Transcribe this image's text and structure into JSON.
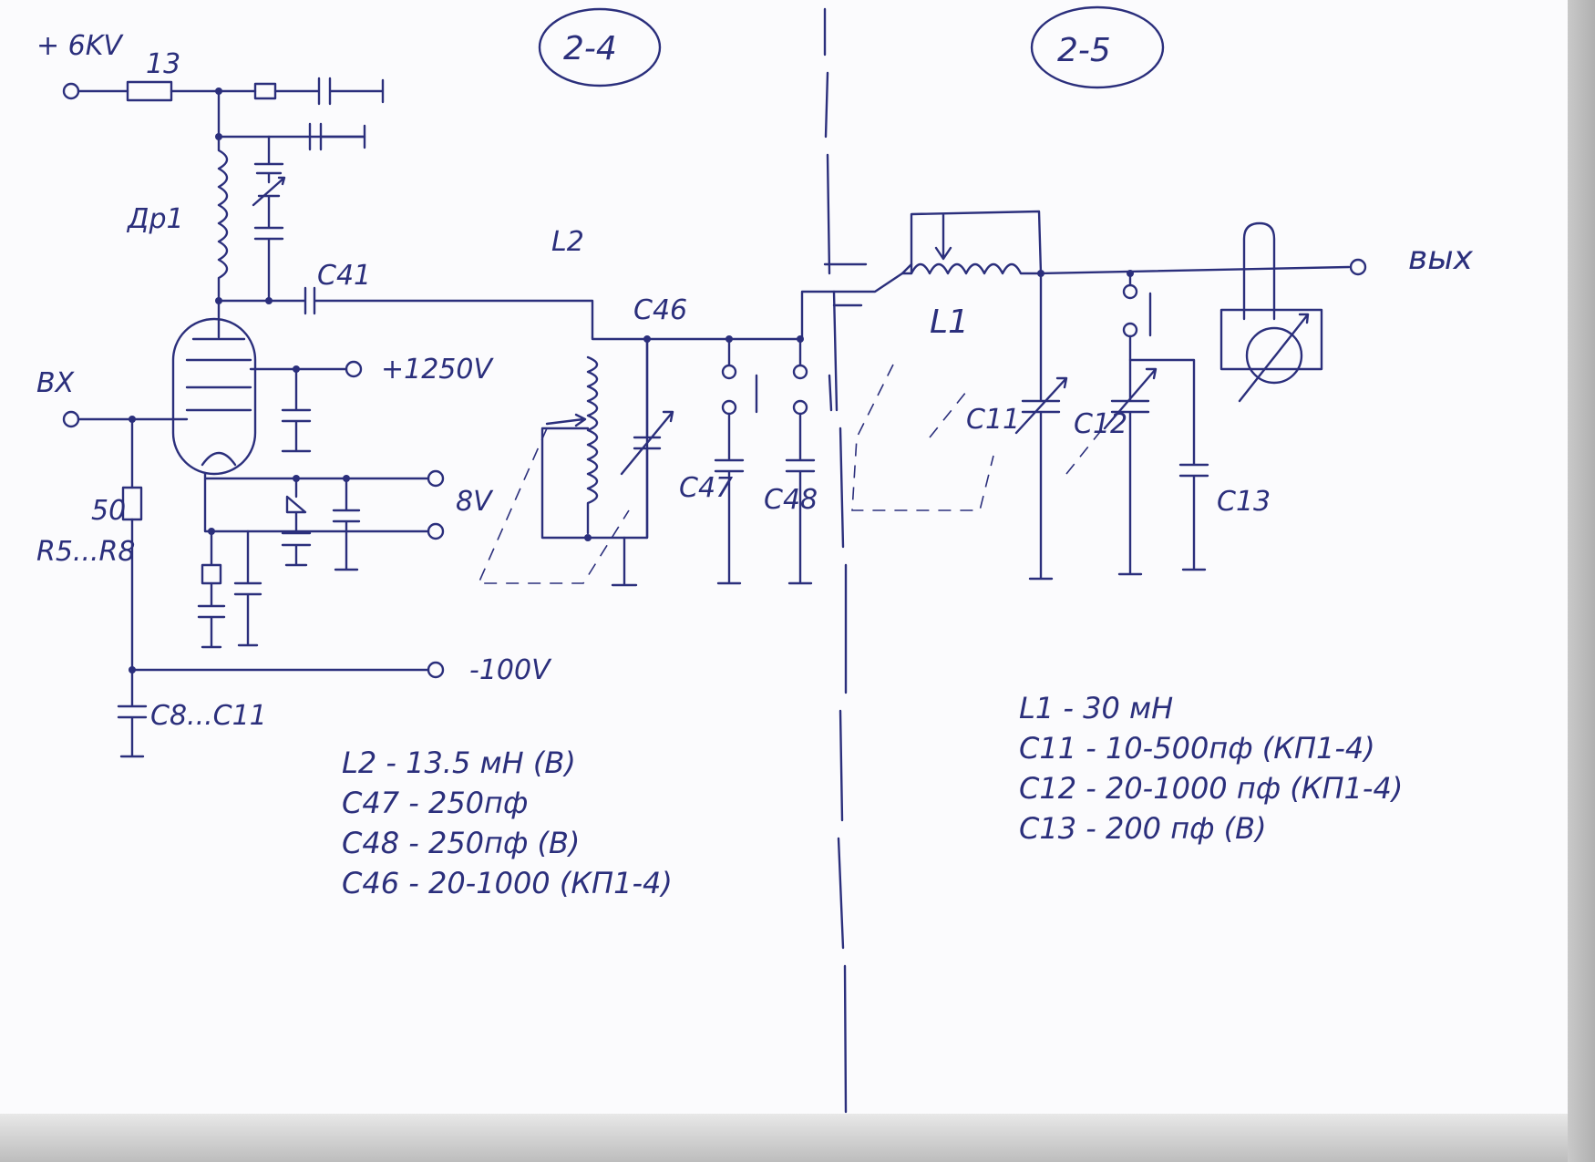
{
  "labels": {
    "stage_left": "2-4",
    "stage_right": "2-5",
    "supply_6kv": "+ 6KV",
    "r13": "13",
    "dp1": "Др1",
    "c41": "C41",
    "l2": "L2",
    "c46": "C46",
    "input": "BX",
    "supply_1250": "+1250V",
    "supply_8v": "8V",
    "r50": "50",
    "r5_r8": "R5...R8",
    "neg100": "-100V",
    "c8_c11": "C8...C11",
    "c47": "C47",
    "c48": "C48",
    "l1": "L1",
    "c11": "C11",
    "c12": "C12",
    "c13": "C13",
    "output": "вых"
  },
  "specs_left": [
    "L2 - 13.5 мН (В)",
    "C47 - 250пф",
    "C48 - 250пф  (В)",
    "C46 - 20-1000 (КП1-4)"
  ],
  "specs_right": [
    "L1 - 30 мН",
    "C11 - 10-500пф  (КП1-4)",
    "C12 - 20-1000 пф (КП1-4)",
    "C13 - 200 пф        (В)"
  ],
  "colors": {
    "ink": "#2b2f7c",
    "paper": "#fbfbfd"
  }
}
